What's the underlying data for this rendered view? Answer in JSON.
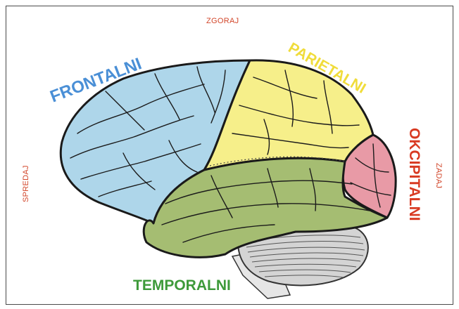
{
  "directions": {
    "top": "ZGORAJ",
    "front": "SPREDAJ",
    "back": "ZADAJ"
  },
  "lobes": [
    {
      "key": "frontal",
      "label": "FRONTALNI",
      "label_color": "#4a8fd6",
      "fill": "#aed6ea"
    },
    {
      "key": "parietal",
      "label": "PARIETALNI",
      "label_color": "#f0dc3a",
      "fill": "#f6ef8a"
    },
    {
      "key": "occipital",
      "label": "OKCIPITALNI",
      "label_color": "#d83a22",
      "fill": "#e89aa6"
    },
    {
      "key": "temporal",
      "label": "TEMPORALNI",
      "label_color": "#3e9a3a",
      "fill": "#a5bd72"
    }
  ],
  "colors": {
    "outline": "#1a1a1a",
    "cerebellum": "#d4d4d4",
    "brainstem": "#e6e6e6",
    "direction_text": "#d2462a"
  }
}
